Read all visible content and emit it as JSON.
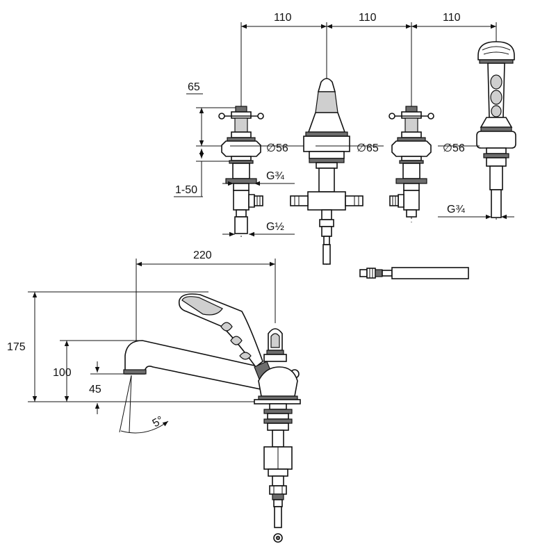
{
  "dimensions": {
    "spacing_1": "110",
    "spacing_2": "110",
    "spacing_3": "110",
    "valve_height": "65",
    "deck_thickness": "1-50",
    "diameter_left": "∅56",
    "diameter_center": "∅65",
    "diameter_right": "∅56",
    "thread_left_upper": "G¾",
    "thread_left_lower": "G½",
    "thread_handshower": "G¾",
    "spout_reach": "220",
    "height_total": "175",
    "height_spout": "100",
    "height_outlet": "45",
    "angle": "5°"
  }
}
